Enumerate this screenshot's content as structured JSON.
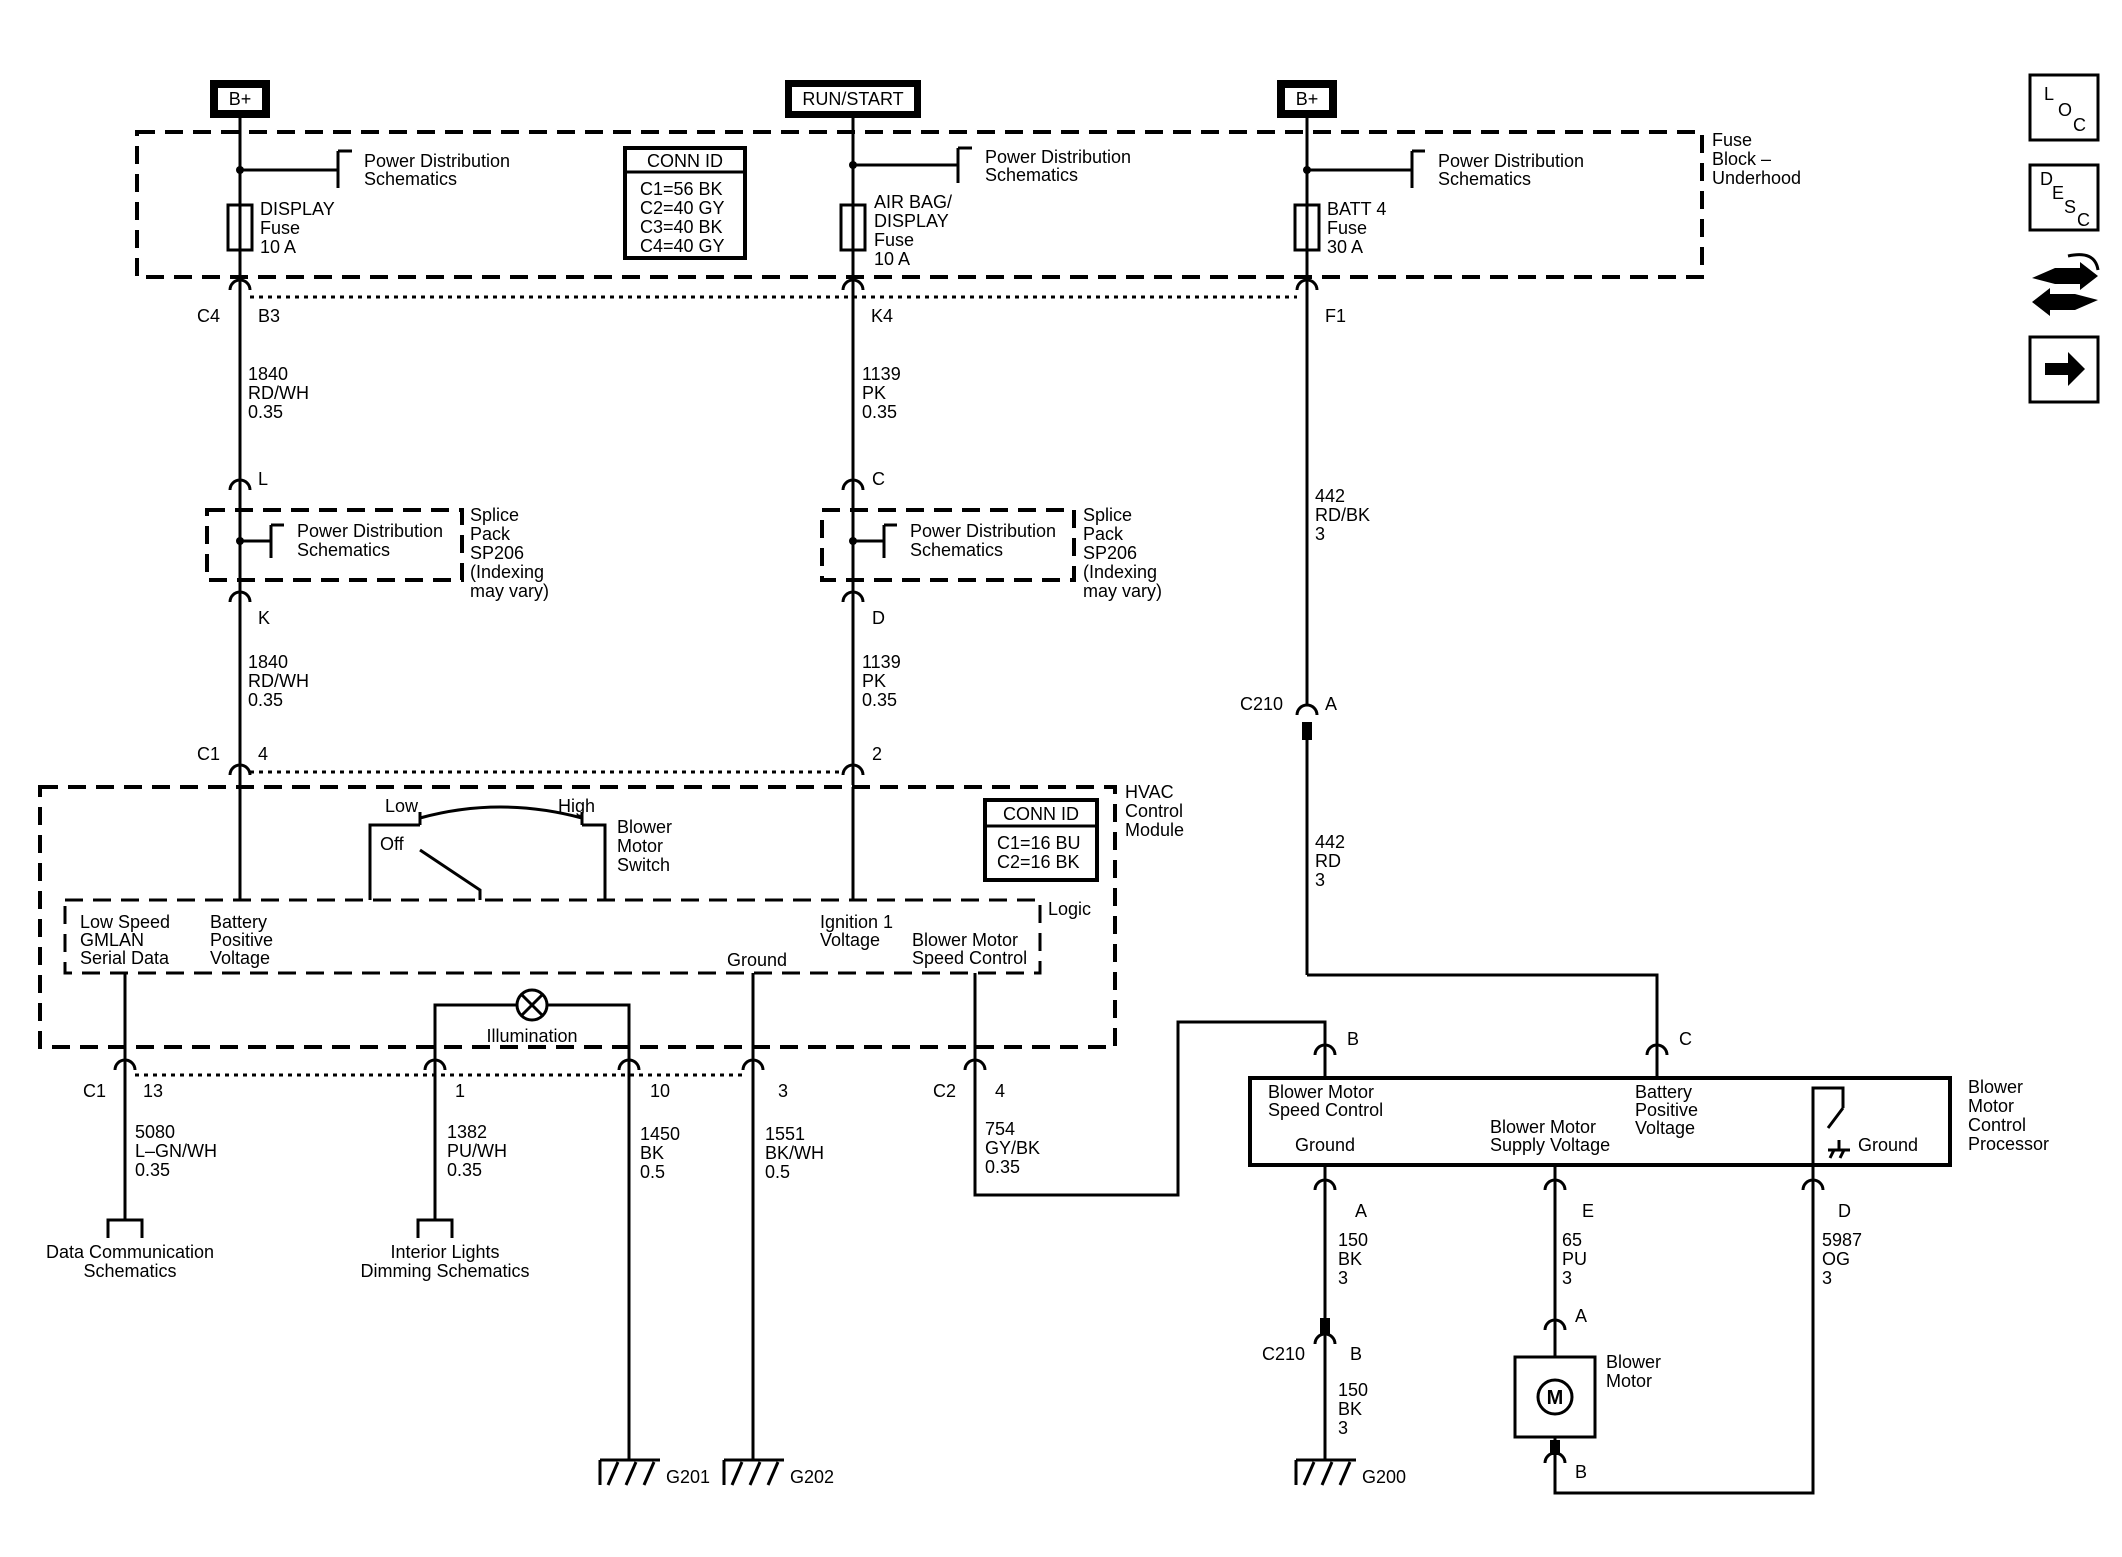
{
  "sources": {
    "b_plus_left": "B+",
    "run_start": "RUN/START",
    "b_plus_right": "B+"
  },
  "fuse_block": {
    "name_l1": "Fuse",
    "name_l2": "Block –",
    "name_l3": "Underhood",
    "pd_l1": "Power Distribution",
    "pd_l2": "Schematics",
    "fuse1_l1": "DISPLAY",
    "fuse1_l2": "Fuse",
    "fuse1_l3": "10 A",
    "fuse2_l1": "AIR BAG/",
    "fuse2_l2": "DISPLAY",
    "fuse2_l3": "Fuse",
    "fuse2_l4": "10 A",
    "fuse3_l1": "BATT 4",
    "fuse3_l2": "Fuse",
    "fuse3_l3": "30 A",
    "conn_title": "CONN ID",
    "conn_c1": "C1=56 BK",
    "conn_c2": "C2=40 GY",
    "conn_c3": "C3=40 BK",
    "conn_c4": "C4=40 GY",
    "c4": "C4",
    "b3": "B3",
    "k4": "K4",
    "f1": "F1"
  },
  "wires": {
    "w1840": "1840",
    "rdwh": "RD/WH",
    "g035": "0.35",
    "w1139": "1139",
    "pk": "PK",
    "w442": "442",
    "rdbk": "RD/BK",
    "g3": "3",
    "rd": "RD",
    "w5080": "5080",
    "lgnwh": "L–GN/WH",
    "w1382": "1382",
    "puwh": "PU/WH",
    "w1450": "1450",
    "bk": "BK",
    "g05": "0.5",
    "w1551": "1551",
    "bkwh": "BK/WH",
    "w754": "754",
    "gybk": "GY/BK",
    "w150": "150",
    "w65": "65",
    "pu": "PU",
    "w5987": "5987",
    "og": "OG"
  },
  "splice": {
    "name_l1": "Splice",
    "name_l2": "Pack",
    "name_l3": "SP206",
    "name_l4": "(Indexing",
    "name_l5": "may vary)",
    "l": "L",
    "k": "K",
    "c": "C",
    "d": "D"
  },
  "hvac": {
    "name_l1": "HVAC",
    "name_l2": "Control",
    "name_l3": "Module",
    "conn_title": "CONN ID",
    "conn_c1": "C1=16 BU",
    "conn_c2": "C2=16 BK",
    "c1": "C1",
    "p4": "4",
    "p2": "2",
    "low": "Low",
    "high": "High",
    "off": "Off",
    "sw_l1": "Blower",
    "sw_l2": "Motor",
    "sw_l3": "Switch",
    "logic": "Logic",
    "lsg_l1": "Low Speed",
    "lsg_l2": "GMLAN",
    "lsg_l3": "Serial Data",
    "bpv_l1": "Battery",
    "bpv_l2": "Positive",
    "bpv_l3": "Voltage",
    "ign_l1": "Ignition 1",
    "ign_l2": "Voltage",
    "ground": "Ground",
    "bmsc_l1": "Blower Motor",
    "bmsc_l2": "Speed Control",
    "illum": "Illumination",
    "pc1": "C1",
    "p13": "13",
    "p1": "1",
    "p10": "10",
    "p3": "3",
    "pc2": "C2",
    "p4b": "4"
  },
  "refs": {
    "dc_l1": "Data Communication",
    "dc_l2": "Schematics",
    "il_l1": "Interior Lights",
    "il_l2": "Dimming Schematics",
    "g201": "G201",
    "g202": "G202",
    "g200": "G200"
  },
  "processor": {
    "name_l1": "Blower",
    "name_l2": "Motor",
    "name_l3": "Control",
    "name_l4": "Processor",
    "bmsc_l1": "Blower Motor",
    "bmsc_l2": "Speed Control",
    "ground": "Ground",
    "bmsv_l1": "Blower Motor",
    "bmsv_l2": "Supply Voltage",
    "bpv_l1": "Battery",
    "bpv_l2": "Positive",
    "bpv_l3": "Voltage",
    "ground2": "Ground",
    "pb": "B",
    "pc": "C",
    "pa": "A",
    "pe": "E",
    "pd": "D",
    "c210": "C210",
    "c210_a": "A",
    "c210b": "C210",
    "c210_b": "B"
  },
  "motor": {
    "m": "M",
    "name_l1": "Blower",
    "name_l2": "Motor",
    "pa": "A",
    "pb": "B"
  },
  "sidebar": {
    "loc_l": "L",
    "loc_o": "O",
    "loc_c": "C",
    "desc_d": "D",
    "desc_e": "E",
    "desc_s": "S",
    "desc_c": "C"
  }
}
